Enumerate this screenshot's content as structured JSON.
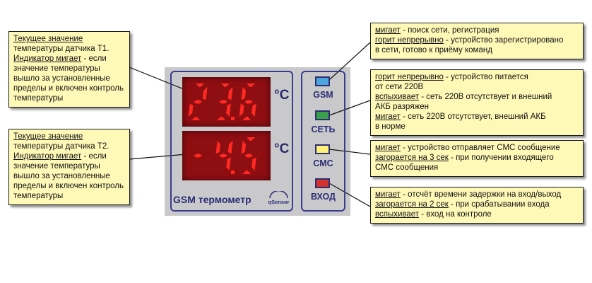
{
  "device": {
    "title": "GSM термометр",
    "logo_text": "qSensor",
    "display1": {
      "value": "23.6",
      "unit": "°C"
    },
    "display2": {
      "value": "-4.5",
      "unit": "°C"
    }
  },
  "indicators": [
    {
      "label": "GSM",
      "color": "#4aa6dd"
    },
    {
      "label": "СЕТЬ",
      "color": "#3a9f4d"
    },
    {
      "label": "СМС",
      "color": "#fff27a"
    },
    {
      "label": "ВХОД",
      "color": "#d3332c"
    }
  ],
  "callouts": {
    "t1": {
      "line1": "Текущее значение",
      "line2": "температуры датчика Т1.",
      "line3_u": "Индикатор мигает",
      "line3_rest": " - если",
      "line4": "значение температуры",
      "line5": "вышло за установленные",
      "line6": "пределы и включен контроль",
      "line7": "температуры"
    },
    "t2": {
      "line1": "Текущее значение",
      "line2": "температуры датчика Т2.",
      "line3_u": "Индикатор мигает",
      "line3_rest": " - если",
      "line4": "значение температуры",
      "line5": "вышло за установленные",
      "line6": "пределы и включен контроль",
      "line7": "температуры"
    },
    "gsm": {
      "l1_u": "мигает",
      "l1_rest": " - поиск сети, регистрация",
      "l2_u": "горит непрерывно",
      "l2_rest": " - устройство зарегистрировано",
      "l3": "в сети, готово к приёму команд"
    },
    "set": {
      "l1_u": "горит непрерывно",
      "l1_rest": " - устройство питается",
      "l2": "от сети 220В",
      "l3_u": "вспыхивает",
      "l3_rest": " - сеть 220В отсутствует и внешний",
      "l4": "АКБ разряжен",
      "l5_u": "мигает",
      "l5_rest": " - сеть 220В отсутствует, внешний АКБ",
      "l6": "в норме"
    },
    "sms": {
      "l1_u": "мигает",
      "l1_rest": " - устройство отправляет СМС сообщение",
      "l2_u": "загорается на 3 сек",
      "l2_rest": " - при получении входящего",
      "l3": "СМС сообщения"
    },
    "vhod": {
      "l1_u": "мигает",
      "l1_rest": " - отсчёт времени задержки на вход/выход",
      "l2_u": "загорается на 2 сек",
      "l2_rest": " - при срабатывании входа",
      "l3_u": "вспыхивает",
      "l3_rest": " - вход на контроле"
    }
  },
  "colors": {
    "callout_bg": "#fff9b8",
    "device_body": "#c9c9cc",
    "panel_border": "#3b3c8e",
    "display_bg": "#8f0e12",
    "segment_on": "#ff2a22"
  }
}
